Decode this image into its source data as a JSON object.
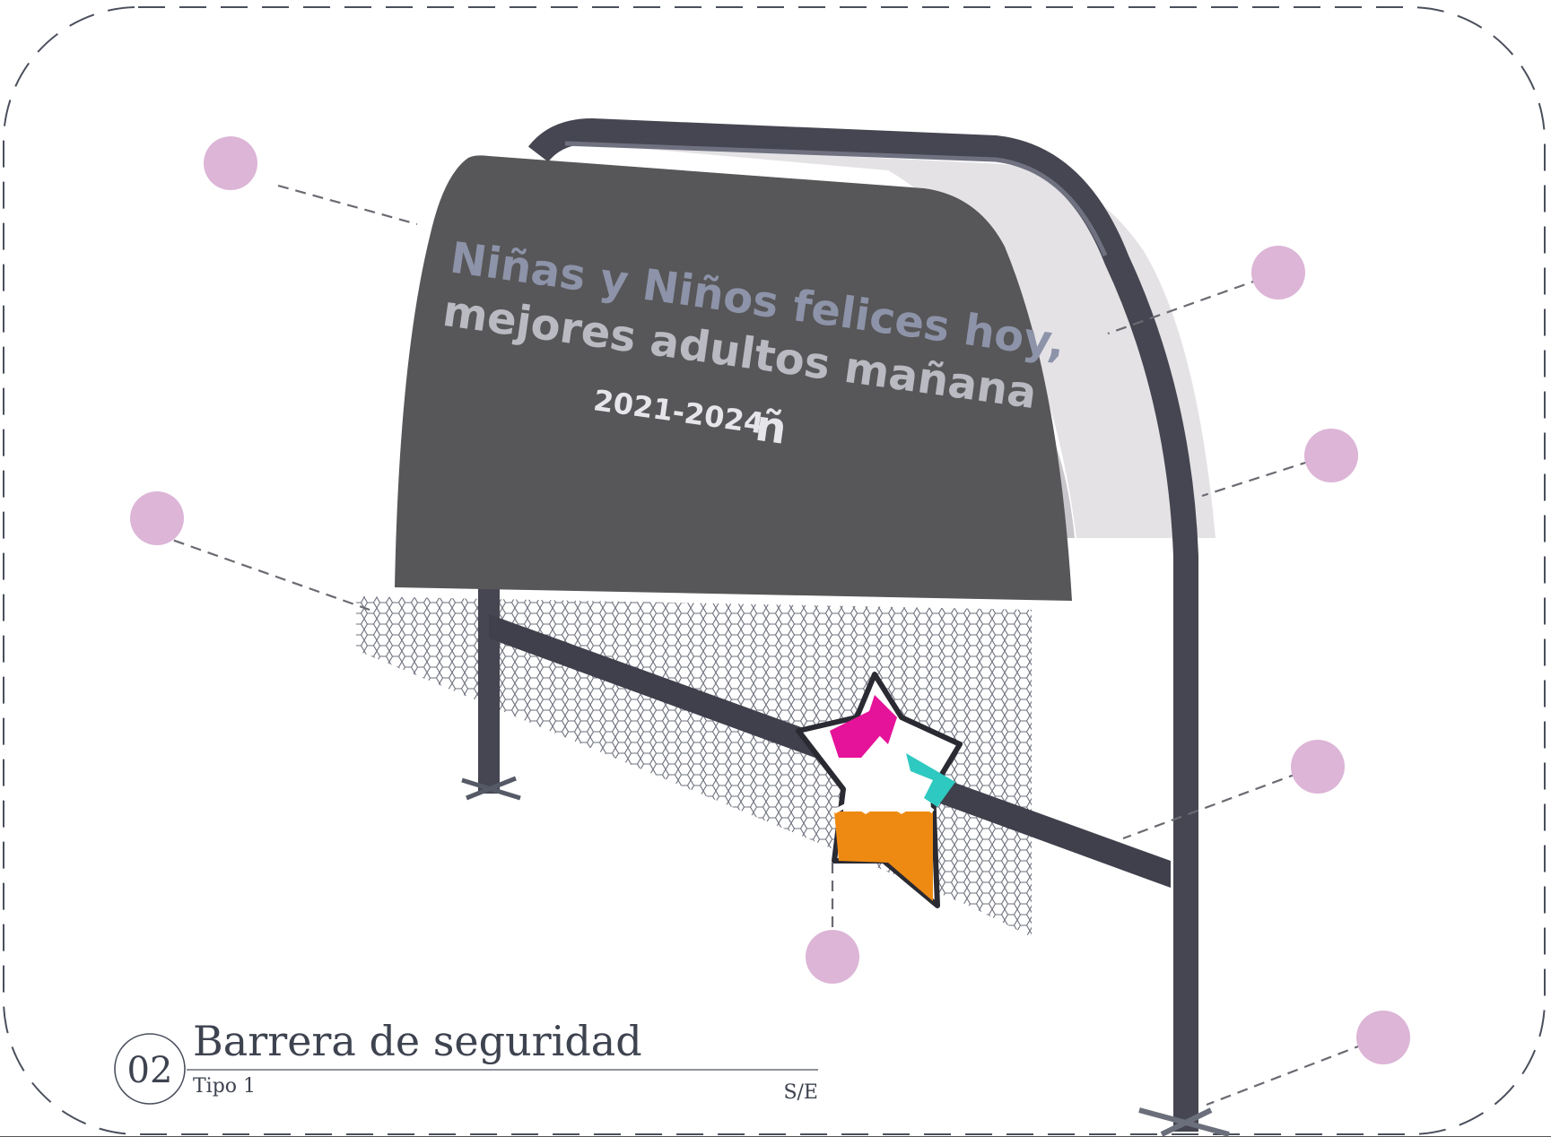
{
  "sign": {
    "line1": "Niñas y Niños felices hoy,",
    "line2": "mejores adultos mañana",
    "years": "2021-2024",
    "logo": "ñ"
  },
  "title_block": {
    "number": "02",
    "title": "Barrera de seguridad",
    "subtitle": "Tipo 1",
    "scale": "S/E"
  },
  "callouts": [
    {
      "id": 1,
      "icon": "pink-dot"
    },
    {
      "id": 2,
      "icon": "pink-dot"
    },
    {
      "id": 3,
      "icon": "pink-dot"
    },
    {
      "id": 4,
      "icon": "pink-dot"
    },
    {
      "id": 5,
      "icon": "pink-dot"
    },
    {
      "id": 6,
      "icon": "pink-dot"
    },
    {
      "id": 7,
      "icon": "pink-dot"
    }
  ],
  "colors": {
    "callout": "#dcb5d7",
    "frame": "#4a4b55",
    "panel": "#575658",
    "text_dark": "#3e4350",
    "star_magenta": "#e5129a",
    "star_teal": "#2ec9c0",
    "star_orange": "#ee8a12"
  }
}
